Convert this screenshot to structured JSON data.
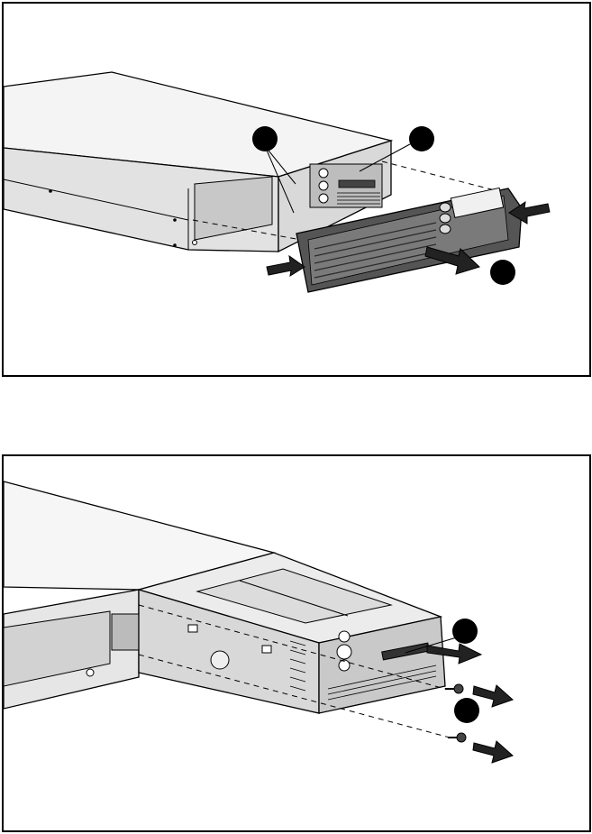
{
  "figures": [
    {
      "callouts": [
        {
          "id": "callout-1",
          "label": ""
        },
        {
          "id": "callout-2",
          "label": ""
        },
        {
          "id": "callout-3",
          "label": ""
        }
      ]
    },
    {
      "callouts": [
        {
          "id": "callout-1",
          "label": ""
        },
        {
          "id": "callout-2",
          "label": ""
        }
      ]
    }
  ],
  "colors": {
    "line": "#000000",
    "body_light": "#eeeeee",
    "body_mid": "#cfcfcf",
    "body_dark": "#8a8a8a",
    "bezel_dark": "#555555",
    "callout_fill": "#000000"
  }
}
